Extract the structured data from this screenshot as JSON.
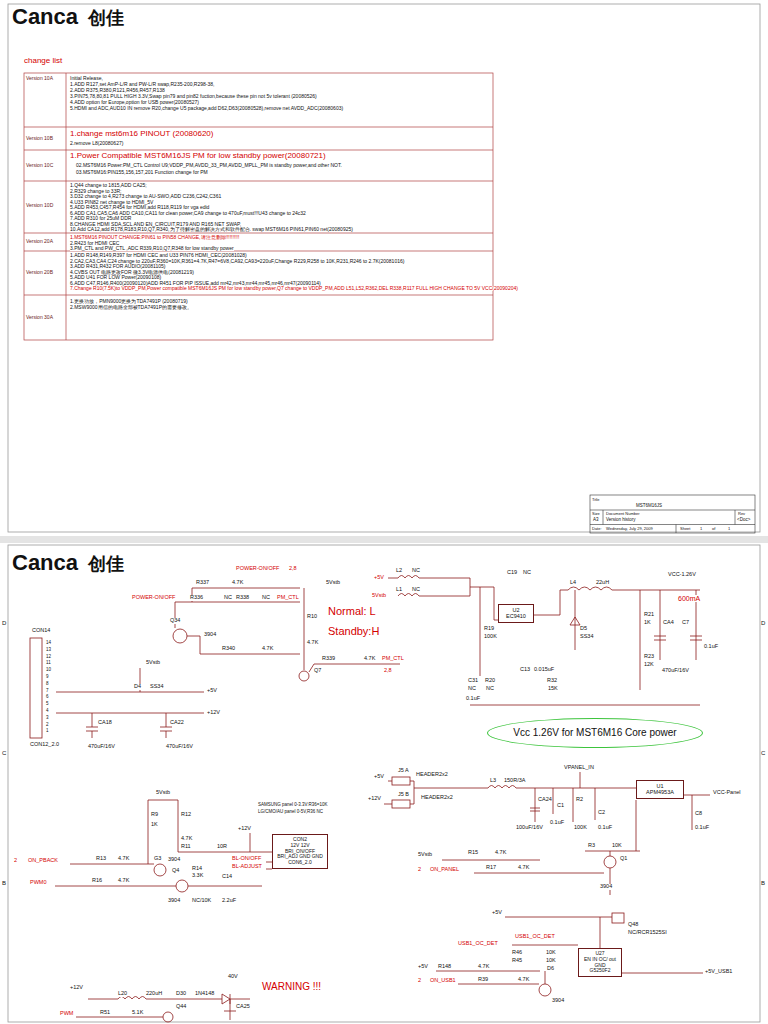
{
  "diagram": {
    "nodes": [
      {
        "text": [
          "U2",
          "EC9410"
        ]
      },
      {
        "text": [
          "Vcc 1.26V for MST6M16 Core power"
        ]
      },
      {
        "text": [
          "U1",
          "APM4953A"
        ]
      },
      {
        "text": [
          "CON2",
          "12V 12V BRI_ON/OFF BRI_ADJ GND GND",
          "CON6_2.0"
        ]
      },
      {
        "text": [
          "U27",
          "EN IN OC/ out GND",
          "G5250F2"
        ]
      }
    ],
    "labels": [
      "Canca",
      "创佳",
      "change list",
      "Version 10A",
      "Initial Release,",
      "1.ADD R127,set AmP-L/R and PW-L/R swap,R235-200,R298-38,",
      "2.ADD R375,R380,R121,R456,R457,R138",
      "3.PIN75,78,80,81 PULL HIGH 3.3V,Swap pin79 and pin82 fuction,because these pin not 5v tolerant (20080526)",
      "4.ADD option for Europe,option for USB power(20080527)",
      "5.HDMI and ADC,AUD10 IN remove R20,change U5 package,add D62,D63(20080528),remove net AVDD_ADC(20080603)",
      "Version 10B",
      "1.change mst6m16 PINOUT (20080620)",
      "2.remove L8(20080627)",
      "Version 10C",
      "1.Power Compatible MST6M16JS PM for low standby power(20080721)",
      "02.MST6M16 Power:PM_CTL Control U9;VDDP_PM,AVDD_33_PM,AVDD_MPLL_PM is standby power,and other NOT.",
      "03.MST6M16:PIN155,156,157,201 Function change for PM",
      "Version 10D",
      "1.Q44 change to 1815,ADD CA25;",
      "2.R329 change to 33R;",
      "3.D32 change to 4,R273 change to AU-SWO,ADD C236,C242,C361",
      "4.U33 PIN82 net change to HDMI_5V",
      "5.ADD R453,C457,R454 for HDMI,add R118,R119 for vga edid",
      "6.ADD CA1,CA5,CA6 ADD CA10,CA11 for clean power,CA9 change to 470uF,must!!!U43 change to 24c32",
      "7.ADD R310 for 25uM DDR",
      "8.CHANGE HDMI SDA,SCL AND EN_CIRCUIT,R179 AND R165 NET SWAP,",
      "10.Add CA12,add R178,R183,R10,Q7,R340,为了待解密盘的解决方式和软件配合. swap MST6M16 PIN61,PIN60 net(20080925)",
      "Version 20A",
      "1.MST6M16 PINOUT CHANGE:PIN61 to PIN58 CHANGE,请注意删除!!!!!!!!!!",
      "2.R423 for HDMI CEC",
      "3.PM_CTL and PW_CTL ,ADC R339,R10,Q7,R348 for low standby power",
      "Version 20B",
      "1.ADD R148,R149,R397 for HDMI CEC and U33 PIN76 HDMI_CEC(20081028)",
      "2.CA2,CA3,CA4,C24 change to 220uF,R360=10K,R361=4.7K,R47=6V8,CA92,CA93=220uF,Change R229,R258 to 10K,R231,R246 to 2.7K(20081016)",
      "3.ADD R431,R432 FOR AUDIO(20081105)",
      "4.CVBS OUT 电路更改FOR 微3.3V电源供电(20081219)",
      "5.ADD U41 FOR LOW Power(20090108)",
      "6.ADD C47,R146,R400(20090120)ADD R451 FOR PIP ISSUE,add mr42,mr43,mr44,mr45,mr46,mr47(20090114)",
      "7.Change R10(7.5K)to VDDP_PM,Power compatible MST6M16JS PM for low standby power,Q7 change to VDDP_PM,ADD L51,L52,R362,DEL R338,R117 FULL HIGH CHANGE TO 5V VCC(20090204)",
      "Version 30A",
      "1.更换功放，PMN9000更换为TDA7491P (20080719)",
      "2.MSW9000用信的电路全部被TDA7491P的需要修改。",
      "Title",
      "MST6M16JS",
      "Size",
      "A3",
      "Document Number",
      "Version history",
      "Rev",
      "<Doc>",
      "Date:",
      "Wednesday, July 29, 2009",
      "Sheet",
      "1",
      "of",
      "1",
      "Canca",
      "创佳",
      "D",
      "C",
      "B",
      "D",
      "C",
      "B",
      "POWER-ON/OFF",
      "2,8",
      "R337",
      "4.7K",
      "POWER-ON/OFF",
      "R336",
      "NC",
      "R338",
      "NC",
      "PM_CTL",
      "5Vstb",
      "Normal: L",
      "Standby:H",
      "Q34",
      "3904",
      "R10",
      "4.7K",
      "R340",
      "4.7K",
      "Q7",
      "R339",
      "4.7K",
      "PM_CTL",
      "2,8",
      "CON14",
      "14",
      "13",
      "12",
      "11",
      "10",
      "9",
      "8",
      "7",
      "6",
      "5",
      "4",
      "3",
      "2",
      "1",
      "5Vstb",
      "D4",
      "SS34",
      "+5V",
      "+12V",
      "CA18",
      "470uF/16V",
      "CA22",
      "470uF/16V",
      "CON12_2.0",
      "+5V",
      "5Vstb",
      "L2",
      "NC",
      "L1",
      "NC",
      "C19",
      "NC",
      "L4",
      "22uH",
      "VCC-1.26V",
      "600mA",
      "R19",
      "100K",
      "D5",
      "SS34",
      "R21",
      "1K",
      "CA4",
      "C7",
      "R23",
      "12K",
      "470uF/16V",
      "0.1uF",
      "C31",
      "NC",
      "R20",
      "NC",
      "C13",
      "0.015uF",
      "R32",
      "15K",
      "0.1uF",
      "SAMSUNG panel 0-3.3V:R36=10K",
      "LG/CMO/AU panel 0-5V,R36 NC",
      "5Vstb",
      "R9",
      "1K",
      "R12",
      "4.7K",
      "R11",
      "10R",
      "+12V",
      "2",
      "ON_PBACK",
      "R13",
      "4.7K",
      "G3",
      "3904",
      "PWM0",
      "R16",
      "4.7K",
      "BL-ON/OFF",
      "BL-ADJUST",
      "Q4",
      "R14",
      "3.3K",
      "C14",
      "3904",
      "NC/10K",
      "2.2uF",
      "VPANEL_IN",
      "+5V",
      "J5 A",
      "HEADER2x2",
      "+12V",
      "J5 B",
      "HEADER2x2",
      "L3",
      "150R/3A",
      "CA24",
      "C1",
      "R2",
      "100K",
      "C2",
      "0.1uF",
      "100uF/16V",
      "0.1uF",
      "VCC-Panel",
      "C8",
      "0.1uF",
      "R3",
      "10K",
      "Q1",
      "5Vstb",
      "R15",
      "4.7K",
      "2",
      "ON_PANEL",
      "R17",
      "4.7K",
      "3904",
      "+5V",
      "Q48",
      "NC/RCR1525SI",
      "USB1_OC_DET",
      "USB1_OC_DET",
      "R46",
      "10K",
      "R45",
      "10K",
      "+5V",
      "R148",
      "4.7K",
      "D6",
      "2",
      "ON_USB1",
      "R39",
      "4.7K",
      "+5V_USB1",
      "3904",
      "+12V",
      "L20",
      "220uH",
      "D30",
      "1N4148",
      "40V",
      "CA25",
      "Q44",
      "WARNING !!!",
      "PWM",
      "R51",
      "5.1K"
    ]
  }
}
